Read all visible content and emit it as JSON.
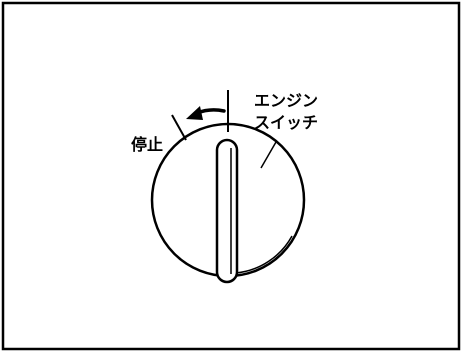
{
  "labels": {
    "engine_switch_line1": "エンジン",
    "engine_switch_line2": "スイッチ",
    "stop": "停止"
  },
  "colors": {
    "stroke": "#000000",
    "background": "#ffffff"
  },
  "icons": {
    "rotation_arrow": "curved-arrow-left-icon"
  }
}
